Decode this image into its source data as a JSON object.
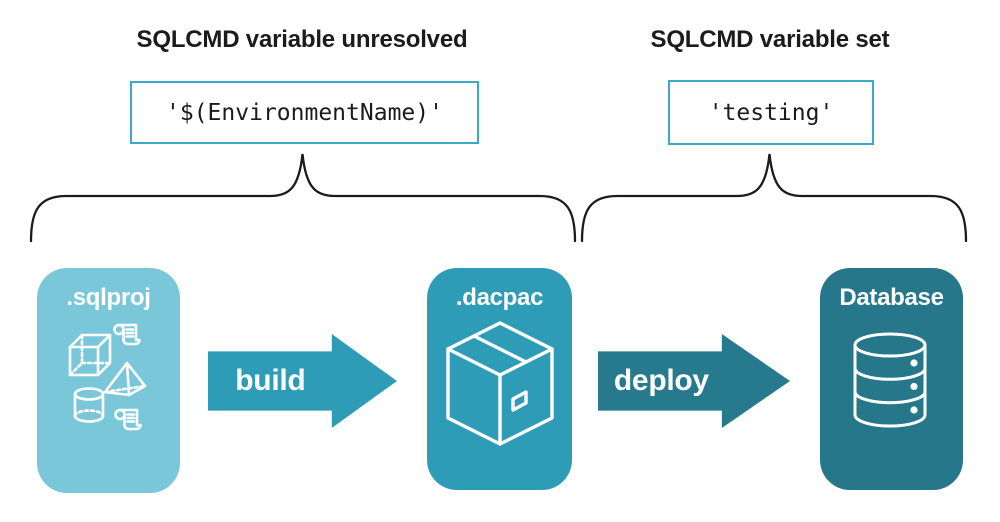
{
  "headings": {
    "unresolved": "SQLCMD variable unresolved",
    "set": "SQLCMD variable set"
  },
  "values": {
    "unresolved": "'$(EnvironmentName)'",
    "set": "'testing'"
  },
  "pipeline": {
    "nodes": [
      {
        "id": "sqlproj",
        "label": ".sqlproj",
        "icon": "sql-objects-icon"
      },
      {
        "id": "dacpac",
        "label": ".dacpac",
        "icon": "package-icon"
      },
      {
        "id": "database",
        "label": "Database",
        "icon": "database-icon"
      }
    ],
    "arrows": [
      {
        "id": "build",
        "label": "build"
      },
      {
        "id": "deploy",
        "label": "deploy"
      }
    ]
  },
  "colors": {
    "sqlproj_fill": "#7BC7DA",
    "dacpac_fill": "#2F9CB7",
    "database_fill": "#26778A",
    "build_arrow": "#2F9CB7",
    "deploy_arrow": "#27798D",
    "code_border": "#3FA8C8",
    "ink": "#1B1B1B",
    "icon_stroke": "#FFFFFF"
  }
}
